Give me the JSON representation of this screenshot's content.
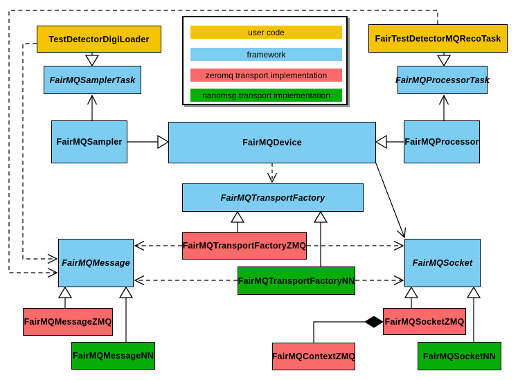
{
  "legend": {
    "items": [
      {
        "label": "user code",
        "color": "#F5C400",
        "category": "user_code"
      },
      {
        "label": "framework",
        "color": "#7CCDF1",
        "category": "framework"
      },
      {
        "label": "zeromq transport implementation",
        "color": "#F96B6B",
        "category": "zeromq"
      },
      {
        "label": "nanomsg transport implementation",
        "color": "#07AD07",
        "category": "nanomsg"
      }
    ]
  },
  "nodes": {
    "testDetectorDigiLoader": {
      "label": "TestDetectorDigiLoader",
      "category": "user_code",
      "abstract": false
    },
    "fairTestDetectorMQRecoTask": {
      "label": "FairTestDetectorMQRecoTask",
      "category": "user_code",
      "abstract": false
    },
    "fairMQSamplerTask": {
      "label": "FairMQSamplerTask",
      "category": "framework",
      "abstract": true
    },
    "fairMQProcessorTask": {
      "label": "FairMQProcessorTask",
      "category": "framework",
      "abstract": true
    },
    "fairMQSampler": {
      "label": "FairMQSampler",
      "category": "framework",
      "abstract": false
    },
    "fairMQProcessor": {
      "label": "FairMQProcessor",
      "category": "framework",
      "abstract": false
    },
    "fairMQDevice": {
      "label": "FairMQDevice",
      "category": "framework",
      "abstract": false
    },
    "fairMQTransportFactory": {
      "label": "FairMQTransportFactory",
      "category": "framework",
      "abstract": true
    },
    "fairMQTransportFactoryZMQ": {
      "label": "FairMQTransportFactoryZMQ",
      "category": "zeromq",
      "abstract": false
    },
    "fairMQTransportFactoryNN": {
      "label": "FairMQTransportFactoryNN",
      "category": "nanomsg",
      "abstract": false
    },
    "fairMQMessage": {
      "label": "FairMQMessage",
      "category": "framework",
      "abstract": true
    },
    "fairMQMessageZMQ": {
      "label": "FairMQMessageZMQ",
      "category": "zeromq",
      "abstract": false
    },
    "fairMQMessageNN": {
      "label": "FairMQMessageNN",
      "category": "nanomsg",
      "abstract": false
    },
    "fairMQSocket": {
      "label": "FairMQSocket",
      "category": "framework",
      "abstract": true
    },
    "fairMQSocketZMQ": {
      "label": "FairMQSocketZMQ",
      "category": "zeromq",
      "abstract": false
    },
    "fairMQSocketNN": {
      "label": "FairMQSocketNN",
      "category": "nanomsg",
      "abstract": false
    },
    "fairMQContextZMQ": {
      "label": "FairMQContextZMQ",
      "category": "zeromq",
      "abstract": false
    }
  },
  "edges": [
    {
      "from": "TestDetectorDigiLoader",
      "to": "FairMQSamplerTask",
      "kind": "inheritance"
    },
    {
      "from": "FairTestDetectorMQRecoTask",
      "to": "FairMQProcessorTask",
      "kind": "inheritance"
    },
    {
      "from": "FairMQSampler",
      "to": "FairMQDevice",
      "kind": "inheritance"
    },
    {
      "from": "FairMQProcessor",
      "to": "FairMQDevice",
      "kind": "inheritance"
    },
    {
      "from": "FairMQSampler",
      "to": "FairMQSamplerTask",
      "kind": "association"
    },
    {
      "from": "FairMQProcessor",
      "to": "FairMQProcessorTask",
      "kind": "association"
    },
    {
      "from": "FairMQDevice",
      "to": "FairMQTransportFactory",
      "kind": "dependency"
    },
    {
      "from": "FairMQDevice",
      "to": "FairMQSocket",
      "kind": "association"
    },
    {
      "from": "FairMQTransportFactoryZMQ",
      "to": "FairMQTransportFactory",
      "kind": "inheritance"
    },
    {
      "from": "FairMQTransportFactoryNN",
      "to": "FairMQTransportFactory",
      "kind": "inheritance"
    },
    {
      "from": "FairMQTransportFactoryZMQ",
      "to": "FairMQMessage",
      "kind": "dependency"
    },
    {
      "from": "FairMQTransportFactoryZMQ",
      "to": "FairMQSocket",
      "kind": "dependency"
    },
    {
      "from": "FairMQTransportFactoryNN",
      "to": "FairMQMessage",
      "kind": "dependency"
    },
    {
      "from": "FairMQTransportFactoryNN",
      "to": "FairMQSocket",
      "kind": "dependency"
    },
    {
      "from": "TestDetectorDigiLoader",
      "to": "FairMQMessage",
      "kind": "dependency"
    },
    {
      "from": "FairTestDetectorMQRecoTask",
      "to": "FairMQMessage",
      "kind": "dependency"
    },
    {
      "from": "FairMQMessageZMQ",
      "to": "FairMQMessage",
      "kind": "inheritance"
    },
    {
      "from": "FairMQMessageNN",
      "to": "FairMQMessage",
      "kind": "inheritance"
    },
    {
      "from": "FairMQSocketZMQ",
      "to": "FairMQSocket",
      "kind": "inheritance"
    },
    {
      "from": "FairMQSocketNN",
      "to": "FairMQSocket",
      "kind": "inheritance"
    },
    {
      "from": "FairMQContextZMQ",
      "to": "FairMQSocketZMQ",
      "kind": "composition"
    }
  ]
}
